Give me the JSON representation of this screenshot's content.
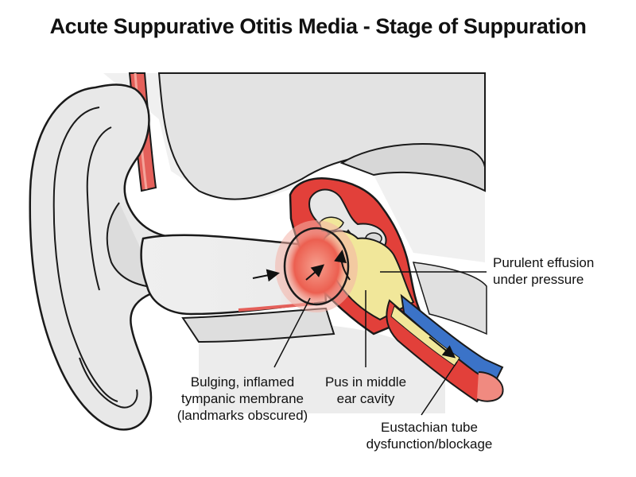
{
  "title": "Acute Suppurative Otitis Media - Stage of Suppuration",
  "labels": {
    "effusion": [
      "Purulent effusion",
      "under pressure"
    ],
    "membrane": [
      "Bulging, inflamed",
      "tympanic membrane",
      "(landmarks obscured)"
    ],
    "pus": [
      "Pus in middle",
      "ear cavity"
    ],
    "tube": [
      "Eustachian tube",
      "dysfunction/blockage"
    ]
  },
  "colors": {
    "outline": "#1a1a1a",
    "skin": "#e6e6e6",
    "bone": "#d2d2d2",
    "canal": "#eeeeee",
    "inflamed_red": "#e2403a",
    "membrane_red": "#ef6b5e",
    "pus_yellow": "#f1e79a",
    "tube_blue": "#3b73c8"
  }
}
